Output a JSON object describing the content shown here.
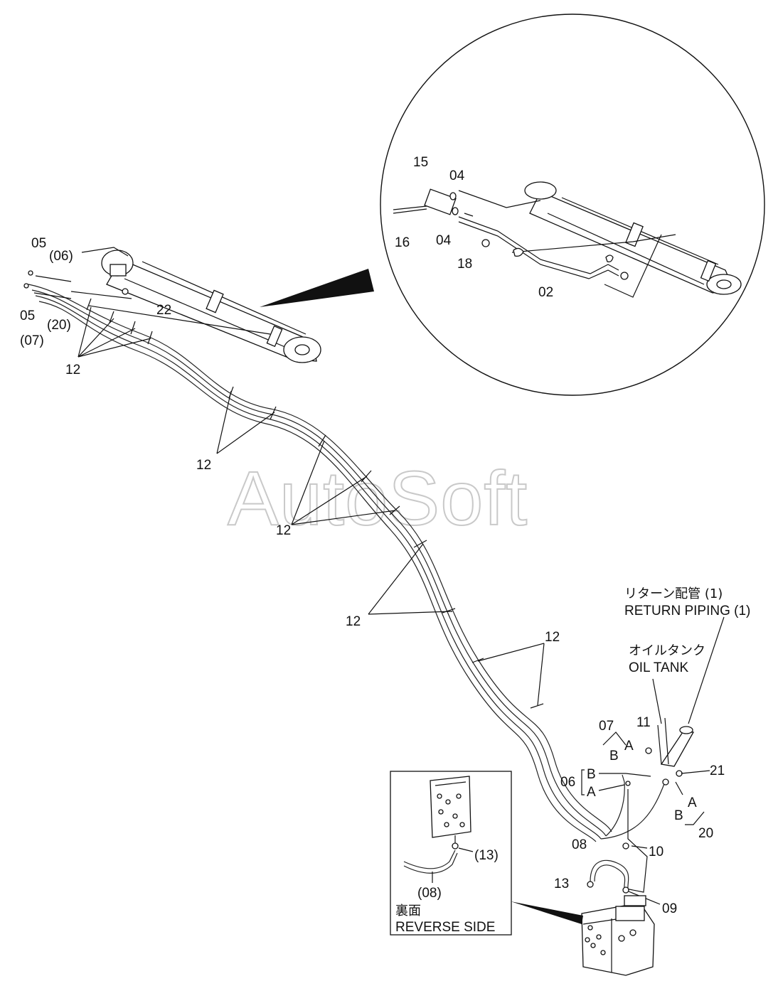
{
  "watermark": "AutoSoft",
  "callouts": {
    "c05_top": "05",
    "c06_paren": "(06)",
    "c05_left": "05",
    "c07_paren": "(07)",
    "c20_paren": "(20)",
    "c22": "22",
    "c12_a": "12",
    "c12_b": "12",
    "c12_c": "12",
    "c12_d": "12",
    "c12_e": "12",
    "c15": "15",
    "c04_top": "04",
    "c04_bot": "04",
    "c16": "16",
    "c18": "18",
    "c02": "02",
    "c07": "07",
    "c11": "11",
    "cA_07": "A",
    "cB_07": "B",
    "c06": "06",
    "cB_06": "B",
    "cA_06": "A",
    "c21": "21",
    "cA_20": "A",
    "cB_20": "B",
    "c20": "20",
    "c10": "10",
    "c08": "08",
    "c13": "13",
    "c09": "09",
    "c13_paren": "(13)",
    "c08_paren": "(08)"
  },
  "notes": {
    "return_jp": "リターン配管 (1)",
    "return_en": "RETURN PIPING (1)",
    "tank_jp": "オイルタンク",
    "tank_en": "OIL TANK",
    "reverse_jp": "裏面",
    "reverse_en": "REVERSE SIDE"
  }
}
